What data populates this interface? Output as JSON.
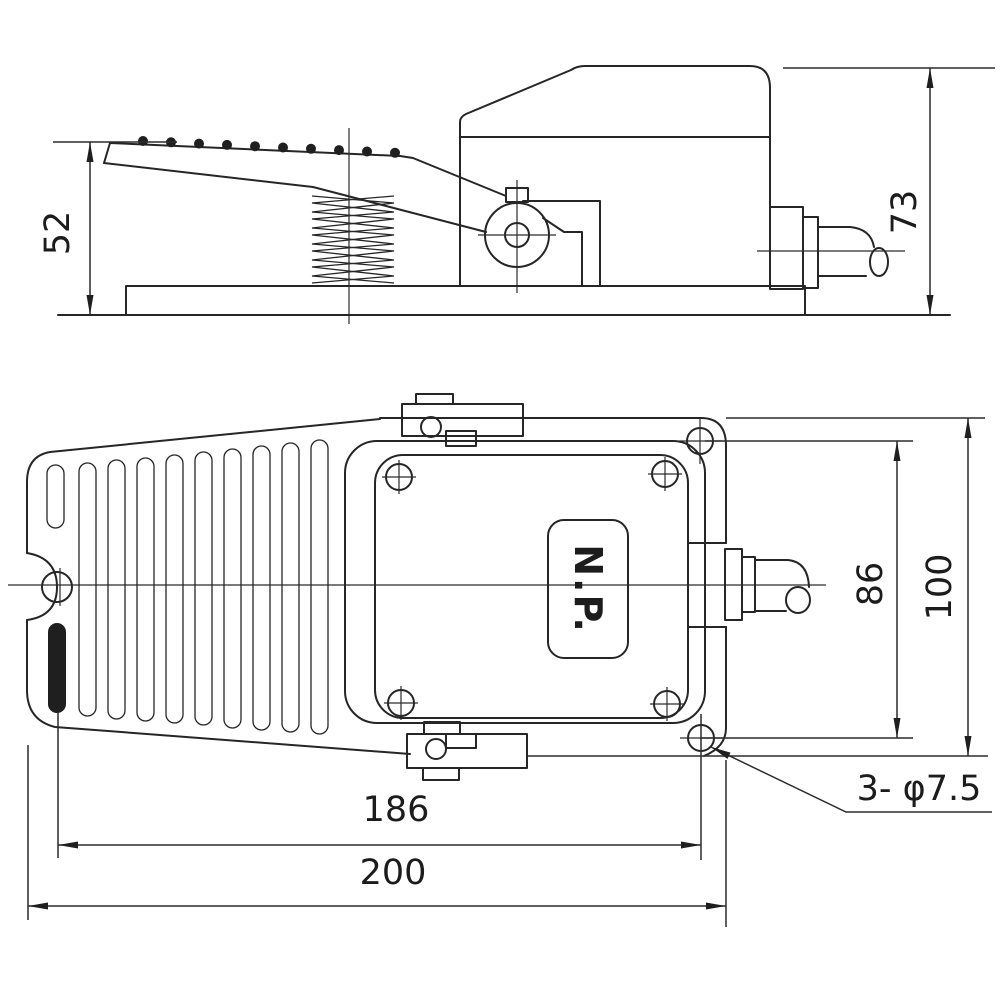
{
  "drawing": {
    "title": "foot-pedal-switch-dimension-drawing",
    "colors": {
      "line": "#262626",
      "background": "#ffffff"
    },
    "side_view": {
      "dim_pedal_height": "52",
      "dim_total_height": "73"
    },
    "top_view": {
      "product_label": "N.P.",
      "dim_hole_span_vertical": "86",
      "dim_total_width": "100",
      "dim_hole_span_horizontal": "186",
      "dim_total_length": "200",
      "mounting_holes_note": "3- φ7.5"
    }
  }
}
